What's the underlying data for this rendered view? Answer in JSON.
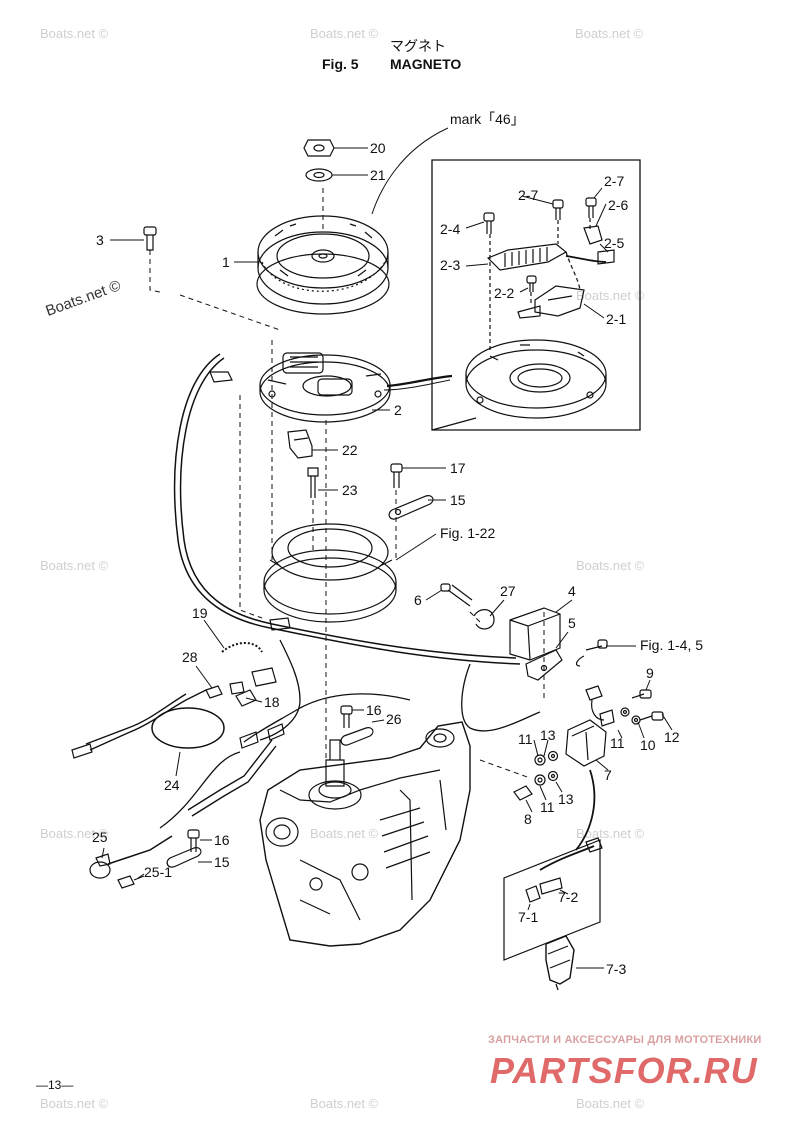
{
  "header": {
    "japanese": "マグネト",
    "fig_label": "Fig. 5",
    "title": "MAGNETO"
  },
  "callouts": {
    "mark": "mark「46」",
    "c20": "20",
    "c21": "21",
    "c3": "3",
    "c1": "1",
    "c2": "2",
    "c2_7a": "2-7",
    "c2_7b": "2-7",
    "c2_6": "2-6",
    "c2_4": "2-4",
    "c2_5": "2-5",
    "c2_3": "2-3",
    "c2_2": "2-2",
    "c2_1": "2-1",
    "c22": "22",
    "c23": "23",
    "c17": "17",
    "c15a": "15",
    "fig1_22": "Fig. 1-22",
    "c6": "6",
    "c27": "27",
    "c4": "4",
    "c5": "5",
    "fig1_45": "Fig. 1-4, 5",
    "c19": "19",
    "c28": "28",
    "c18": "18",
    "c16a": "16",
    "c26": "26",
    "c9": "9",
    "c11a": "11",
    "c13a": "13",
    "c11b": "11",
    "c10": "10",
    "c12": "12",
    "c24": "24",
    "c7": "7",
    "c8": "8",
    "c11c": "11",
    "c13b": "13",
    "c25": "25",
    "c16b": "16",
    "c15b": "15",
    "c25_1": "25-1",
    "c7_2": "7-2",
    "c7_1": "7-1",
    "c7_3": "7-3"
  },
  "watermark": "Boats.net ©",
  "logo": {
    "subtitle": "ЗАПЧАСТИ И АКСЕССУАРЫ ДЛЯ МОТОТЕХНИКИ",
    "text": "PARTSFOR.RU"
  },
  "page_number": "—13—",
  "colors": {
    "ink": "#111111",
    "watermark": "#cfcfcf",
    "logo": "#e06a6a"
  }
}
